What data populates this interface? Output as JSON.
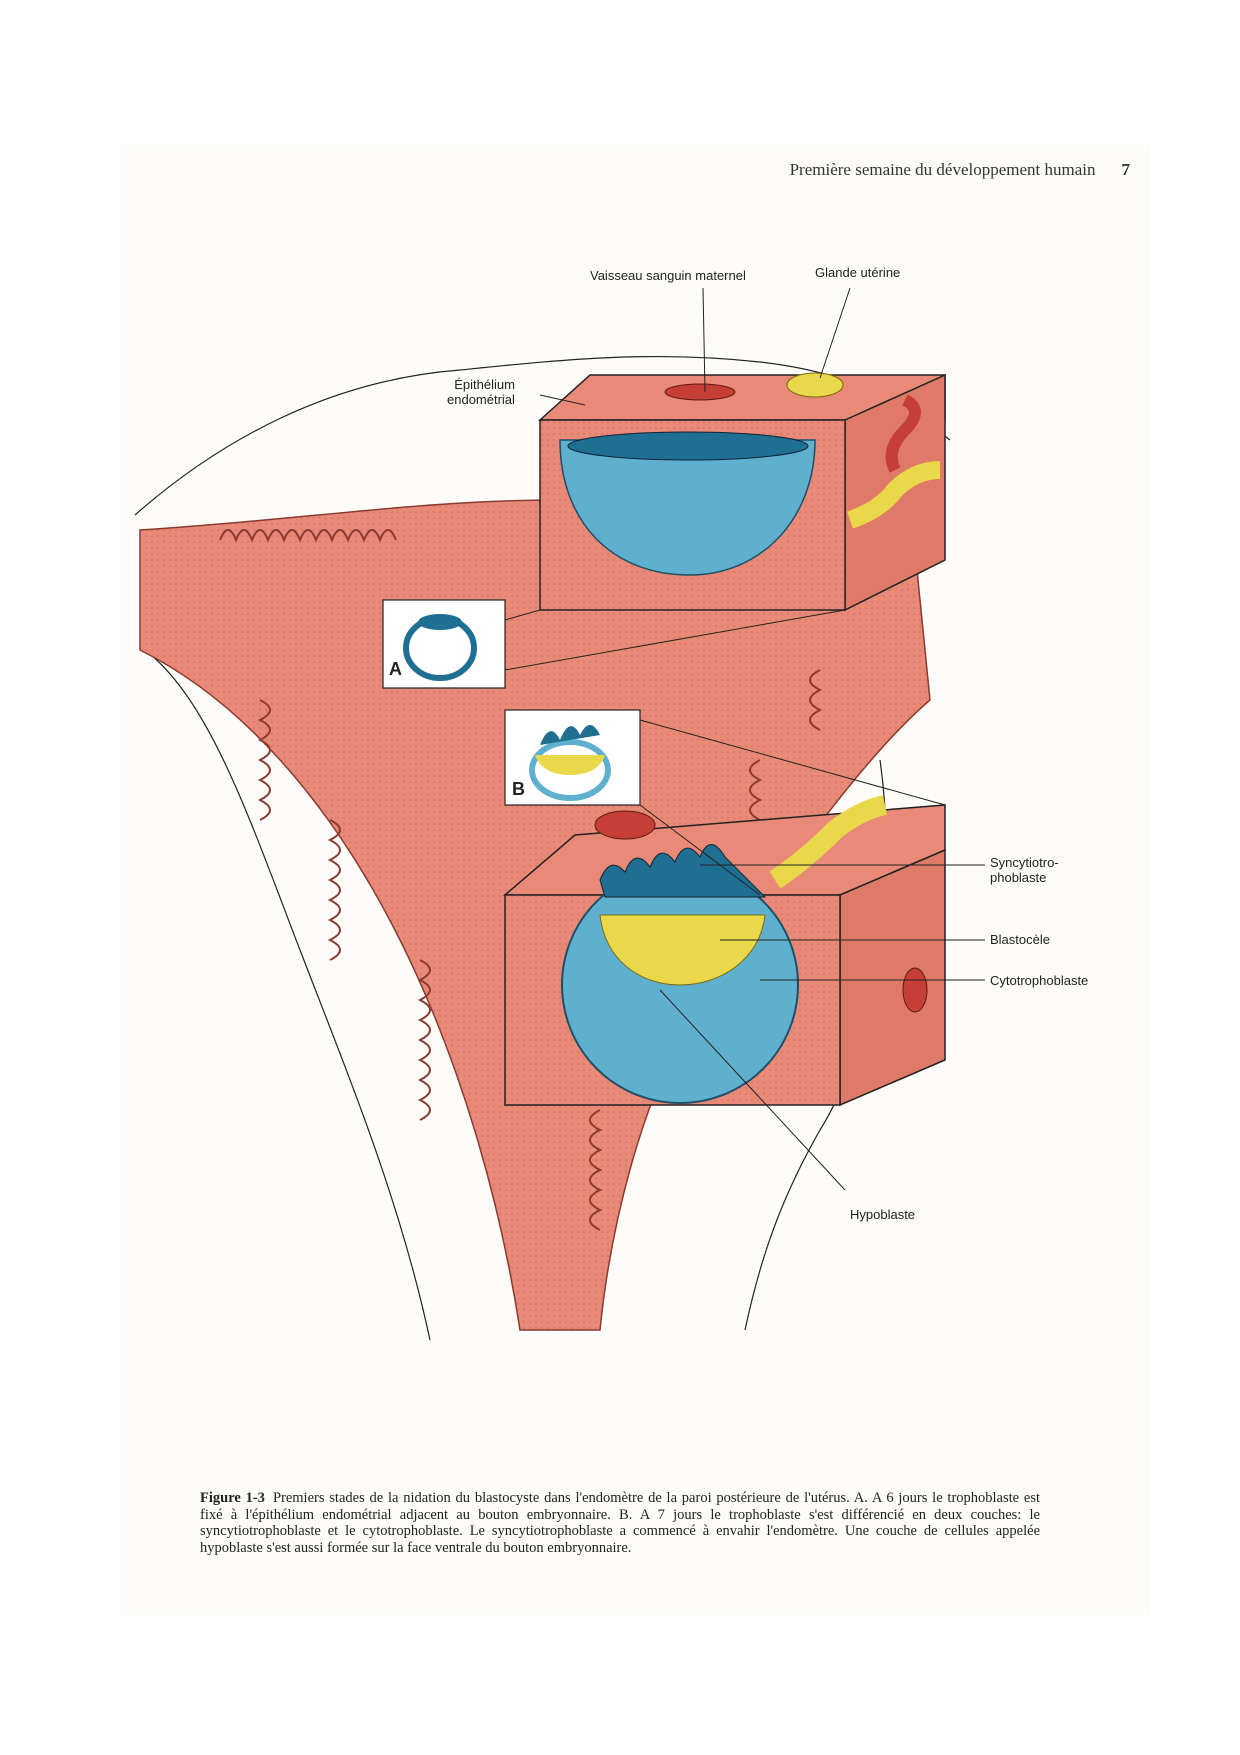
{
  "header": {
    "running_title": "Première semaine du développement humain",
    "page_number": "7"
  },
  "labels": {
    "vessel": "Vaisseau sanguin maternel",
    "gland": "Glande utérine",
    "epithelium": "Épithélium\nendométrial",
    "syncytio": "Syncytiotro-\nphoblaste",
    "blastocele": "Blastocèle",
    "cytotropho": "Cytotrophoblaste",
    "hypoblast": "Hypoblaste",
    "inset_a": "A",
    "inset_b": "B"
  },
  "caption": {
    "figure_number": "Figure 1-3",
    "text": "Premiers stades de la nidation du blastocyste dans l'endomètre de la paroi postérieure de l'utérus. A. A 6 jours le trophoblaste est fixé à l'épithélium endométrial adjacent au bouton embryonnaire. B. A 7 jours le trophoblaste s'est différencié en deux couches: le syncytiotrophoblaste et le cytotrophoblaste. Le syncytiotrophoblaste a commencé à envahir l'endomètre. Une couche de cellules appelée hypoblaste s'est aussi formée sur la face ventrale du bouton embryonnaire."
  },
  "colors": {
    "tissue": "#e98a78",
    "tissue_dark": "#d06a5c",
    "blastocyst": "#5fb0cf",
    "blastocyst_dark": "#1f6f93",
    "yolk": "#e8d84a",
    "vessel": "#c63f36"
  }
}
